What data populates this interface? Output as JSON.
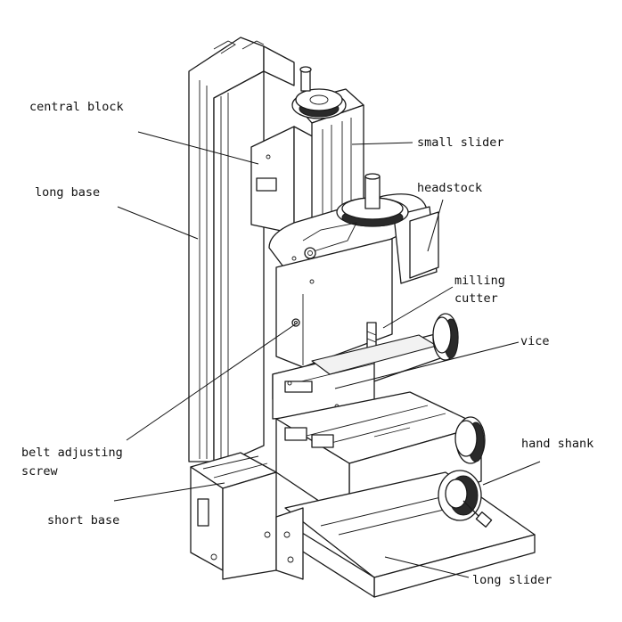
{
  "labels": {
    "central_block": "central block",
    "long_base": "long base",
    "small_slider": "small slider",
    "headstock": "headstock",
    "milling_cutter_line1": "milling",
    "milling_cutter_line2": "cutter",
    "vice": "vice",
    "belt_adjusting_screw_line1": "belt adjusting",
    "belt_adjusting_screw_line2": "screw",
    "hand_shank": "hand shank",
    "short_base": "short base",
    "long_slider": "long slider"
  }
}
